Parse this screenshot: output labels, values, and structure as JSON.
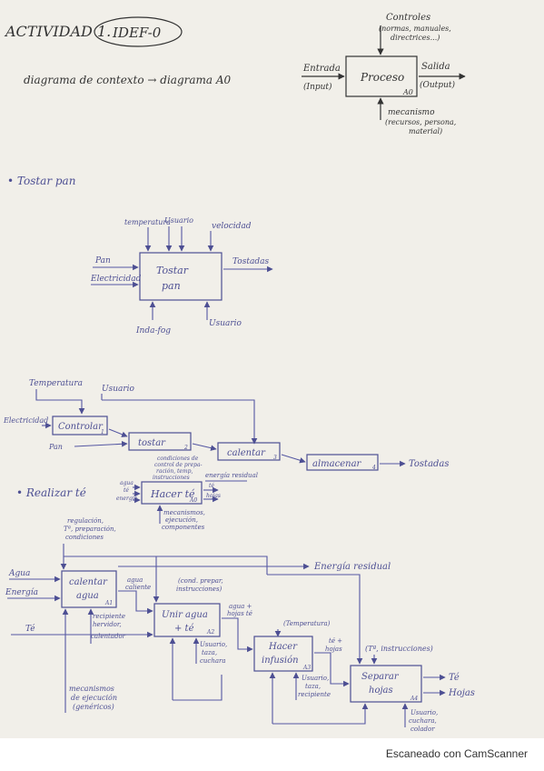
{
  "title": {
    "activity": "ACTIVIDAD 1.",
    "topic": "IDEF-0",
    "subtitle": "diagrama de contexto → diagrama A0"
  },
  "legend": {
    "process": "Proceso",
    "code": "A0",
    "controls": "Controles",
    "controls_note_1": "(normas, manuales,",
    "controls_note_2": "directrices...)",
    "input": "Entrada",
    "input_note": "(Input)",
    "output": "Salida",
    "output_note": "(Output)",
    "mechanism": "mecanismo",
    "mechanism_note_1": "(recursos, persona,",
    "mechanism_note_2": "material)"
  },
  "toast_context": {
    "heading": "• Tostar pan",
    "box_line_1": "Tostar",
    "box_line_2": "pan",
    "control_1": "temperatura",
    "control_2": "Usuario",
    "control_3": "velocidad",
    "input_1": "Pan",
    "input_2": "Electricidad",
    "output": "Tostadas",
    "mechanism_1": "Inda-fog",
    "mechanism_2": "Usuario"
  },
  "toast_detail": {
    "control_1": "Temperatura",
    "control_2": "Usuario",
    "input_1": "Electricidad",
    "input_2": "Pan",
    "box_1": "Controlar",
    "num_1": "1",
    "box_2": "tostar",
    "num_2": "2",
    "box_3": "calentar",
    "num_3": "3",
    "box_4": "almacenar",
    "num_4": "4",
    "output": "Tostadas",
    "note_1": "condiciones de",
    "note_2": "control de prepa-",
    "note_3": "ración, temp,",
    "note_4": "instrucciones",
    "residual": "energía residual"
  },
  "tea_context": {
    "heading": "• Realizar té",
    "box": "Hacer té",
    "code": "A0",
    "input_1": "agua",
    "input_2": "té",
    "input_3": "energía",
    "out_1": "té",
    "out_2": "hojas",
    "mech_1": "mecanismos,",
    "mech_2": "ejecución,",
    "mech_3": "componentes"
  },
  "tea_detail": {
    "control_1": "regulación,",
    "control_2": "Tª, preparación,",
    "control_3": "condiciones",
    "input_water": "Agua",
    "input_energy": "Energía",
    "input_tea": "Té",
    "a1_line_1": "calentar",
    "a1_line_2": "agua",
    "a1_code": "A1",
    "hot_water_1": "agua",
    "hot_water_2": "caliente",
    "cond_1": "(cond. prepar,",
    "cond_2": "instrucciones)",
    "residual": "Energía residual",
    "mech_a1_1": "recipiente",
    "mech_a1_2": "hervidor,",
    "mech_a1_3": "calentador",
    "a2_line_1": "Unir agua",
    "a2_line_2": "+ té",
    "a2_code": "A2",
    "water_leaves_1": "agua +",
    "water_leaves_2": "hojas té",
    "temp": "(Temperatura)",
    "mech_a2_1": "Usuario,",
    "mech_a2_2": "taza,",
    "mech_a2_3": "cuchara",
    "a3_line_1": "Hacer",
    "a3_line_2": "infusión",
    "a3_code": "A3",
    "tea_leaves_1": "té +",
    "tea_leaves_2": "hojas",
    "temp_instr": "(Tª, instrucciones)",
    "mech_a3_1": "Usuario,",
    "mech_a3_2": "taza,",
    "mech_a3_3": "recipiente",
    "a4_line_1": "Separar",
    "a4_line_2": "hojas",
    "a4_code": "A4",
    "out_tea": "Té",
    "out_leaves": "Hojas",
    "mech_a4_1": "Usuario,",
    "mech_a4_2": "cuchara,",
    "mech_a4_3": "colador",
    "mech_left_1": "mecanismos",
    "mech_left_2": "de ejecución",
    "mech_left_3": "(genéricos)"
  },
  "footer": {
    "scan": "Escaneado con CamScanner"
  }
}
